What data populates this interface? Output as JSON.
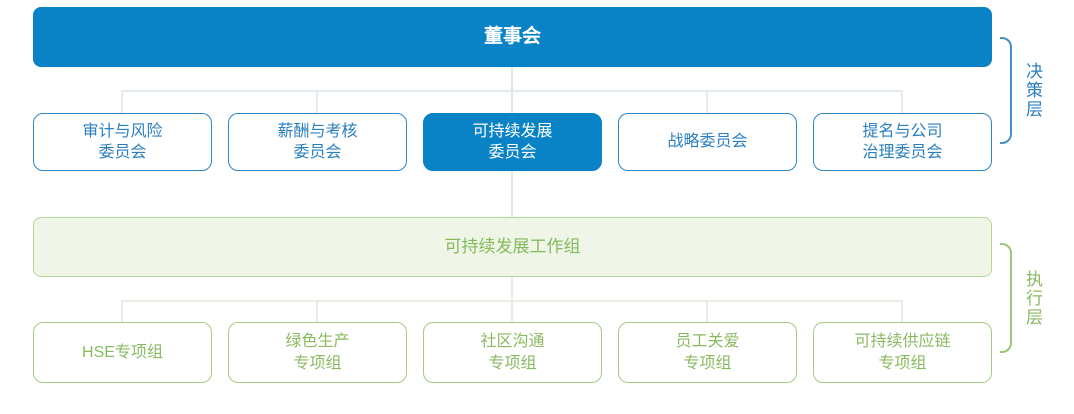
{
  "diagram": {
    "title_semantic": "sustainability-governance-org-chart",
    "board": {
      "label": "董事会"
    },
    "committees": [
      {
        "label": "审计与风险\n委员会",
        "active": false
      },
      {
        "label": "薪酬与考核\n委员会",
        "active": false
      },
      {
        "label": "可持续发展\n委员会",
        "active": true
      },
      {
        "label": "战略委员会",
        "active": false
      },
      {
        "label": "提名与公司\n治理委员会",
        "active": false
      }
    ],
    "workgroup": {
      "label": "可持续发展工作组"
    },
    "task_groups": [
      {
        "label": "HSE专项组"
      },
      {
        "label": "绿色生产\n专项组"
      },
      {
        "label": "社区沟通\n专项组"
      },
      {
        "label": "员工关爱\n专项组"
      },
      {
        "label": "可持续供应链\n专项组"
      }
    ],
    "layer_labels": {
      "decision": "决策层",
      "execution": "执行层"
    },
    "colors": {
      "primary_blue": "#0a82c6",
      "outline_blue": "#2e86c4",
      "text_blue": "#2a7fbf",
      "green_fill": "#eff6e7",
      "green_outline": "#a3cb81",
      "green_text": "#8aba60",
      "connector_blue": "#e1ebf1",
      "connector_green": "#e8eee2",
      "bracket_blue": "#4191c7",
      "bracket_green": "#9cc577"
    }
  }
}
